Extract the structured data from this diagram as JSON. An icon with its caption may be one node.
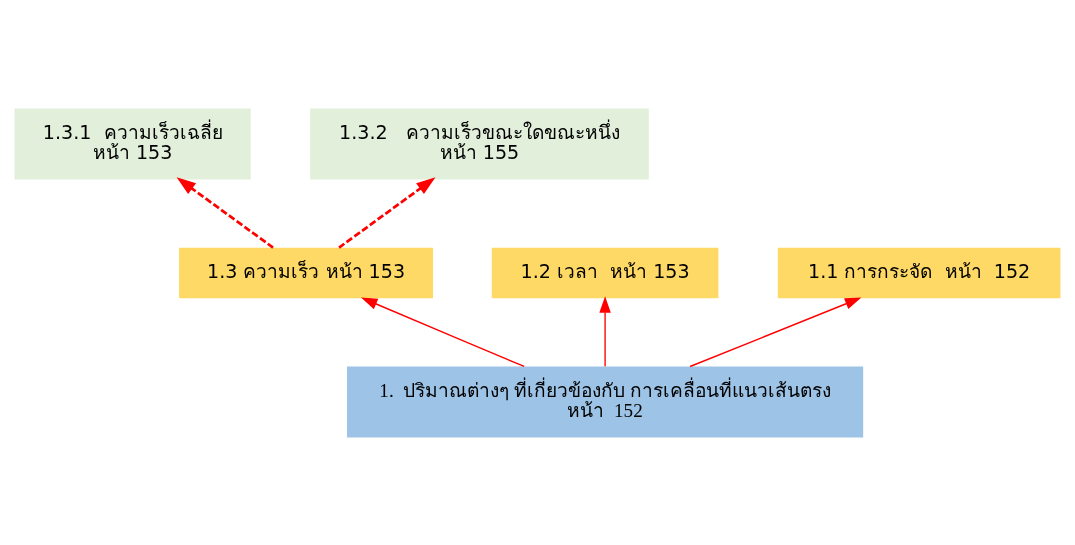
{
  "diagram": {
    "nodes": [
      {
        "text": [
          "1.  ปริมาณต่างๆ ที่เกี่ยวข้องกับ การเคลื่อนที่แนวเส้นตรง",
          "หน้า  152"
        ]
      },
      {
        "text": [
          "1.3 ความเร็ว หน้า 153"
        ]
      },
      {
        "text": [
          "1.2 เวลา  หน้า 153"
        ]
      },
      {
        "text": [
          "1.1 การกระจัด  หน้า  152"
        ]
      },
      {
        "text": [
          "1.3.1  ความเร็วเฉลี่ย",
          "หน้า 153"
        ]
      },
      {
        "text": [
          "1.3.2   ความเร็วขณะใดขณะหนึ่ง",
          "หน้า 155"
        ]
      }
    ],
    "edges": [
      {
        "from": 0,
        "to": 1,
        "arrow": "to"
      },
      {
        "from": 0,
        "to": 2,
        "arrow": "to"
      },
      {
        "from": 0,
        "to": 3,
        "arrow": "to"
      },
      {
        "from": 1,
        "to": 4,
        "arrow": "to",
        "style": "dashed"
      },
      {
        "from": 1,
        "to": 5,
        "arrow": "to",
        "style": "dashed"
      }
    ]
  }
}
